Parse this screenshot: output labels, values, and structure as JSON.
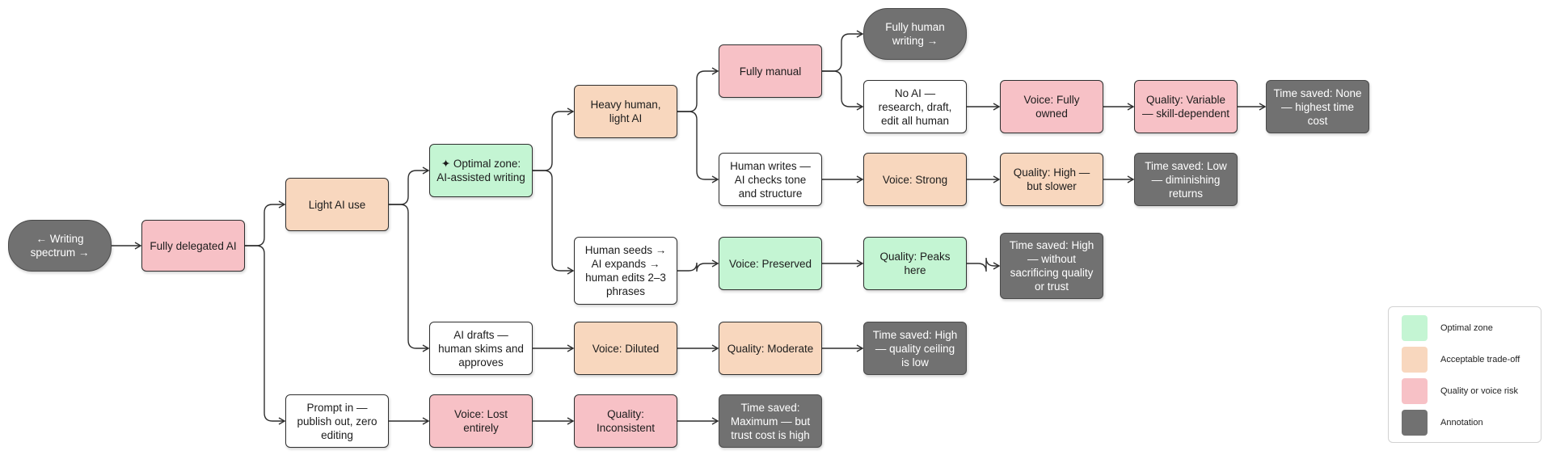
{
  "colors": {
    "optimal": "#c4f5d3",
    "tradeoff": "#f8d7be",
    "risk": "#f7c1c6",
    "annotation": "#717171",
    "neutral": "#ffffff"
  },
  "nodes": [
    {
      "id": "root",
      "label": "← Writing spectrum →",
      "style": "gray pill"
    },
    {
      "id": "fully_delegated",
      "label": "Fully delegated AI",
      "style": "pink"
    },
    {
      "id": "light_ai",
      "label": "Light AI use",
      "style": "peach"
    },
    {
      "id": "prompt_in",
      "label": "Prompt in — publish out, zero editing",
      "style": "white"
    },
    {
      "id": "optimal",
      "label": "✦ Optimal zone: AI-assisted writing",
      "style": "green"
    },
    {
      "id": "ai_drafts",
      "label": "AI drafts — human skims and approves",
      "style": "white"
    },
    {
      "id": "voice_lost",
      "label": "Voice: Lost entirely",
      "style": "pink"
    },
    {
      "id": "quality_inconsistent",
      "label": "Quality: Inconsistent",
      "style": "pink"
    },
    {
      "id": "time_max",
      "label": "Time saved: Maximum — but trust cost is high",
      "style": "gray"
    },
    {
      "id": "heavy_human",
      "label": "Heavy human, light AI",
      "style": "peach"
    },
    {
      "id": "human_seeds",
      "label": "Human seeds → AI expands → human edits 2–3 phrases",
      "style": "white"
    },
    {
      "id": "voice_diluted",
      "label": "Voice: Diluted",
      "style": "peach"
    },
    {
      "id": "quality_moderate",
      "label": "Quality: Moderate",
      "style": "peach"
    },
    {
      "id": "time_ceiling",
      "label": "Time saved: High — quality ceiling is low",
      "style": "gray"
    },
    {
      "id": "fully_manual",
      "label": "Fully manual",
      "style": "pink"
    },
    {
      "id": "human_writes",
      "label": "Human writes — AI checks tone and structure",
      "style": "white"
    },
    {
      "id": "voice_preserved",
      "label": "Voice: Preserved",
      "style": "green"
    },
    {
      "id": "quality_peaks",
      "label": "Quality: Peaks here",
      "style": "green"
    },
    {
      "id": "time_high",
      "label": "Time saved: High — without sacrificing quality or trust",
      "style": "gray"
    },
    {
      "id": "fully_human",
      "label": "Fully human writing →",
      "style": "gray pill"
    },
    {
      "id": "no_ai",
      "label": "No AI — research, draft, edit all human",
      "style": "white"
    },
    {
      "id": "voice_strong",
      "label": "Voice: Strong",
      "style": "peach"
    },
    {
      "id": "quality_high_slower",
      "label": "Quality: High — but slower",
      "style": "peach"
    },
    {
      "id": "time_low",
      "label": "Time saved: Low — diminishing returns",
      "style": "gray"
    },
    {
      "id": "voice_owned",
      "label": "Voice: Fully owned",
      "style": "pink"
    },
    {
      "id": "quality_variable",
      "label": "Quality: Variable — skill-dependent",
      "style": "pink"
    },
    {
      "id": "time_none",
      "label": "Time saved: None — highest time cost",
      "style": "gray"
    }
  ],
  "edges": [
    [
      "root",
      "fully_delegated"
    ],
    [
      "fully_delegated",
      "light_ai"
    ],
    [
      "fully_delegated",
      "prompt_in"
    ],
    [
      "light_ai",
      "optimal"
    ],
    [
      "light_ai",
      "ai_drafts"
    ],
    [
      "prompt_in",
      "voice_lost"
    ],
    [
      "voice_lost",
      "quality_inconsistent"
    ],
    [
      "quality_inconsistent",
      "time_max"
    ],
    [
      "optimal",
      "heavy_human"
    ],
    [
      "optimal",
      "human_seeds"
    ],
    [
      "ai_drafts",
      "voice_diluted"
    ],
    [
      "voice_diluted",
      "quality_moderate"
    ],
    [
      "quality_moderate",
      "time_ceiling"
    ],
    [
      "heavy_human",
      "fully_manual"
    ],
    [
      "heavy_human",
      "human_writes"
    ],
    [
      "human_seeds",
      "voice_preserved"
    ],
    [
      "voice_preserved",
      "quality_peaks"
    ],
    [
      "quality_peaks",
      "time_high"
    ],
    [
      "fully_manual",
      "fully_human"
    ],
    [
      "fully_manual",
      "no_ai"
    ],
    [
      "human_writes",
      "voice_strong"
    ],
    [
      "voice_strong",
      "quality_high_slower"
    ],
    [
      "quality_high_slower",
      "time_low"
    ],
    [
      "no_ai",
      "voice_owned"
    ],
    [
      "voice_owned",
      "quality_variable"
    ],
    [
      "quality_variable",
      "time_none"
    ]
  ],
  "legend": [
    {
      "label": "Optimal zone",
      "color": "#c4f5d3"
    },
    {
      "label": "Acceptable trade-off",
      "color": "#f8d7be"
    },
    {
      "label": "Quality or voice risk",
      "color": "#f7c1c6"
    },
    {
      "label": "Annotation",
      "color": "#717171"
    }
  ]
}
